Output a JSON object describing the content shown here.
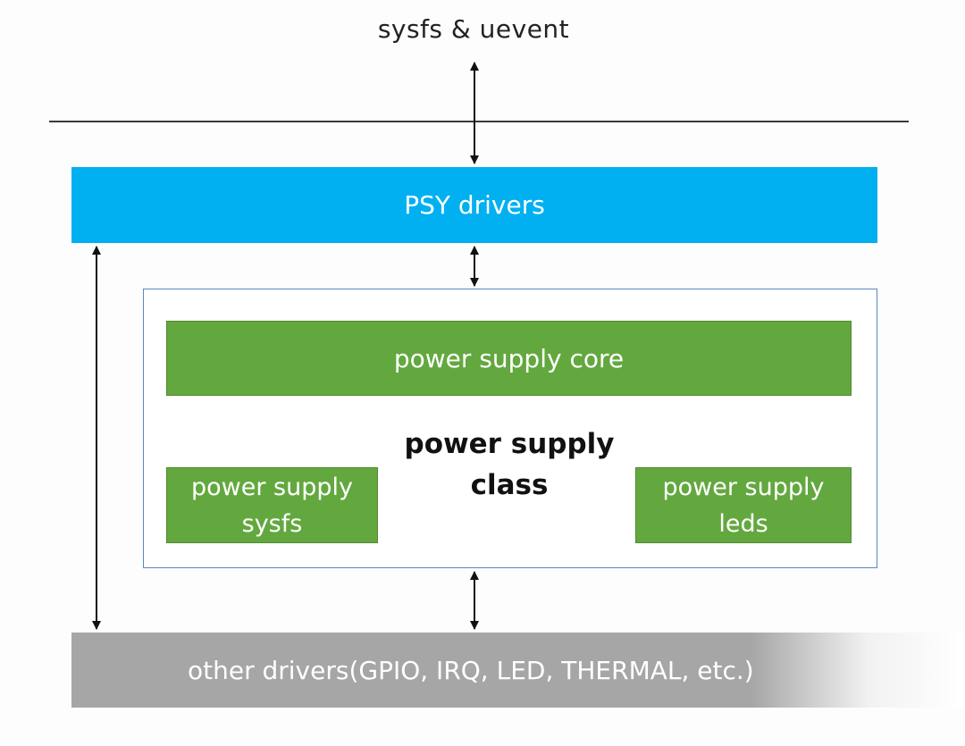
{
  "diagram": {
    "top_label": "sysfs & uevent",
    "psy_drivers": "PSY drivers",
    "power_supply_core": "power supply core",
    "power_supply_class": [
      "power supply",
      "class"
    ],
    "power_supply_sysfs": [
      "power supply",
      "sysfs"
    ],
    "power_supply_leds": [
      "power supply",
      "leds"
    ],
    "other_drivers": "other drivers(GPIO, IRQ, LED, THERMAL, etc.)"
  },
  "colors": {
    "psy_blue": "#00b0f0",
    "green": "#63a83f",
    "gray": "#a6a6a6",
    "frame_border": "#5b87c5"
  }
}
